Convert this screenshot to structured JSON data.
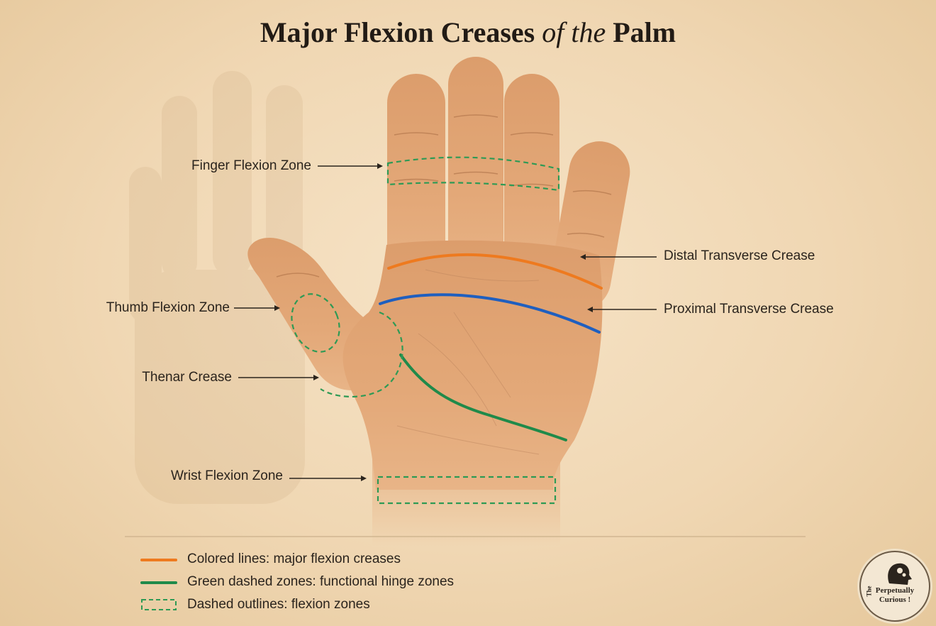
{
  "title": {
    "part1": "Major Flexion Creases",
    "part2": "of the",
    "part3": "Palm"
  },
  "labels": {
    "finger_zone": "Finger Flexion Zone",
    "thumb_zone": "Thumb Flexion Zone",
    "thenar": "Thenar Crease",
    "wrist_zone": "Wrist Flexion Zone",
    "distal": "Distal Transverse Crease",
    "proximal": "Proximal Transverse Crease"
  },
  "legend": {
    "item1": "Colored lines: major flexion creases",
    "item2": "Green dashed zones: functional hinge zones",
    "item3": "Dashed outlines: flexion zones"
  },
  "badge": {
    "the": "The",
    "line1": "Perpetually",
    "line2": "Curious !"
  },
  "colors": {
    "distal_crease": "#ee7a1f",
    "proximal_crease": "#1f5fbf",
    "thenar_crease": "#1f8a4a",
    "zone_outline": "#2e9a55",
    "skin": "#e2a574",
    "skin_shadow": "#c7895c",
    "background": "#f3ddbd"
  }
}
